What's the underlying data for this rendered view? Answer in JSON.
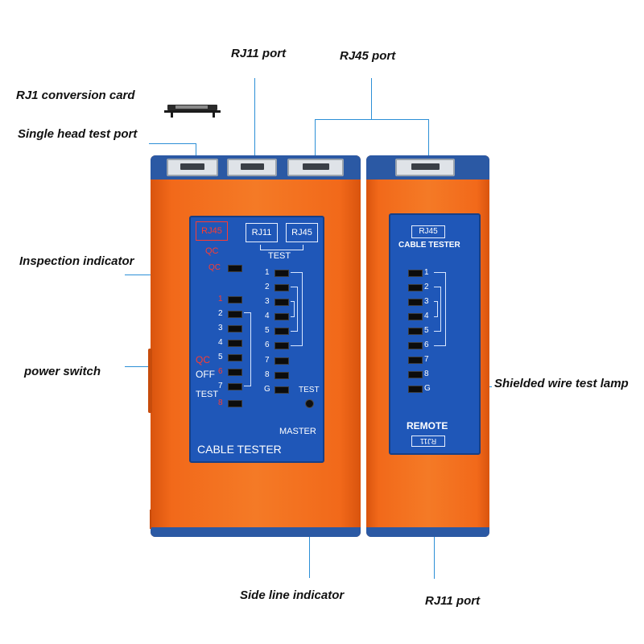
{
  "callouts": {
    "rj1_card": "RJ1 conversion card",
    "single_head": "Single head test port",
    "rj11_top": "RJ11 port",
    "rj45_top": "RJ45 port",
    "inspection": "Inspection indicator",
    "power_switch": "power switch",
    "shielded": "Shielded wire test lamp",
    "side_line": "Side line indicator",
    "rj11_bottom": "RJ11 port"
  },
  "master": {
    "qc_box": "RJ45",
    "qc_label": "QC",
    "test_boxes": [
      "RJ11",
      "RJ45"
    ],
    "test_label": "TEST",
    "left_leds": [
      "QC",
      "1",
      "2",
      "3",
      "4",
      "5",
      "6",
      "7",
      "8"
    ],
    "right_leds": [
      "1",
      "2",
      "3",
      "4",
      "5",
      "6",
      "7",
      "8",
      "G"
    ],
    "switch_labels": [
      "QC",
      "OFF",
      "TEST"
    ],
    "test_button": "TEST",
    "master_label": "MASTER",
    "cable_tester": "CABLE TESTER"
  },
  "remote": {
    "rj45_box": "RJ45",
    "cable_tester": "CABLE TESTER",
    "leds": [
      "1",
      "2",
      "3",
      "4",
      "5",
      "6",
      "7",
      "8",
      "G"
    ],
    "remote_label": "REMOTE",
    "rj11_box": "RJ11"
  },
  "colors": {
    "body": "#f47a26",
    "panel": "#1f57b8",
    "accent_line": "#2c8fd6"
  }
}
